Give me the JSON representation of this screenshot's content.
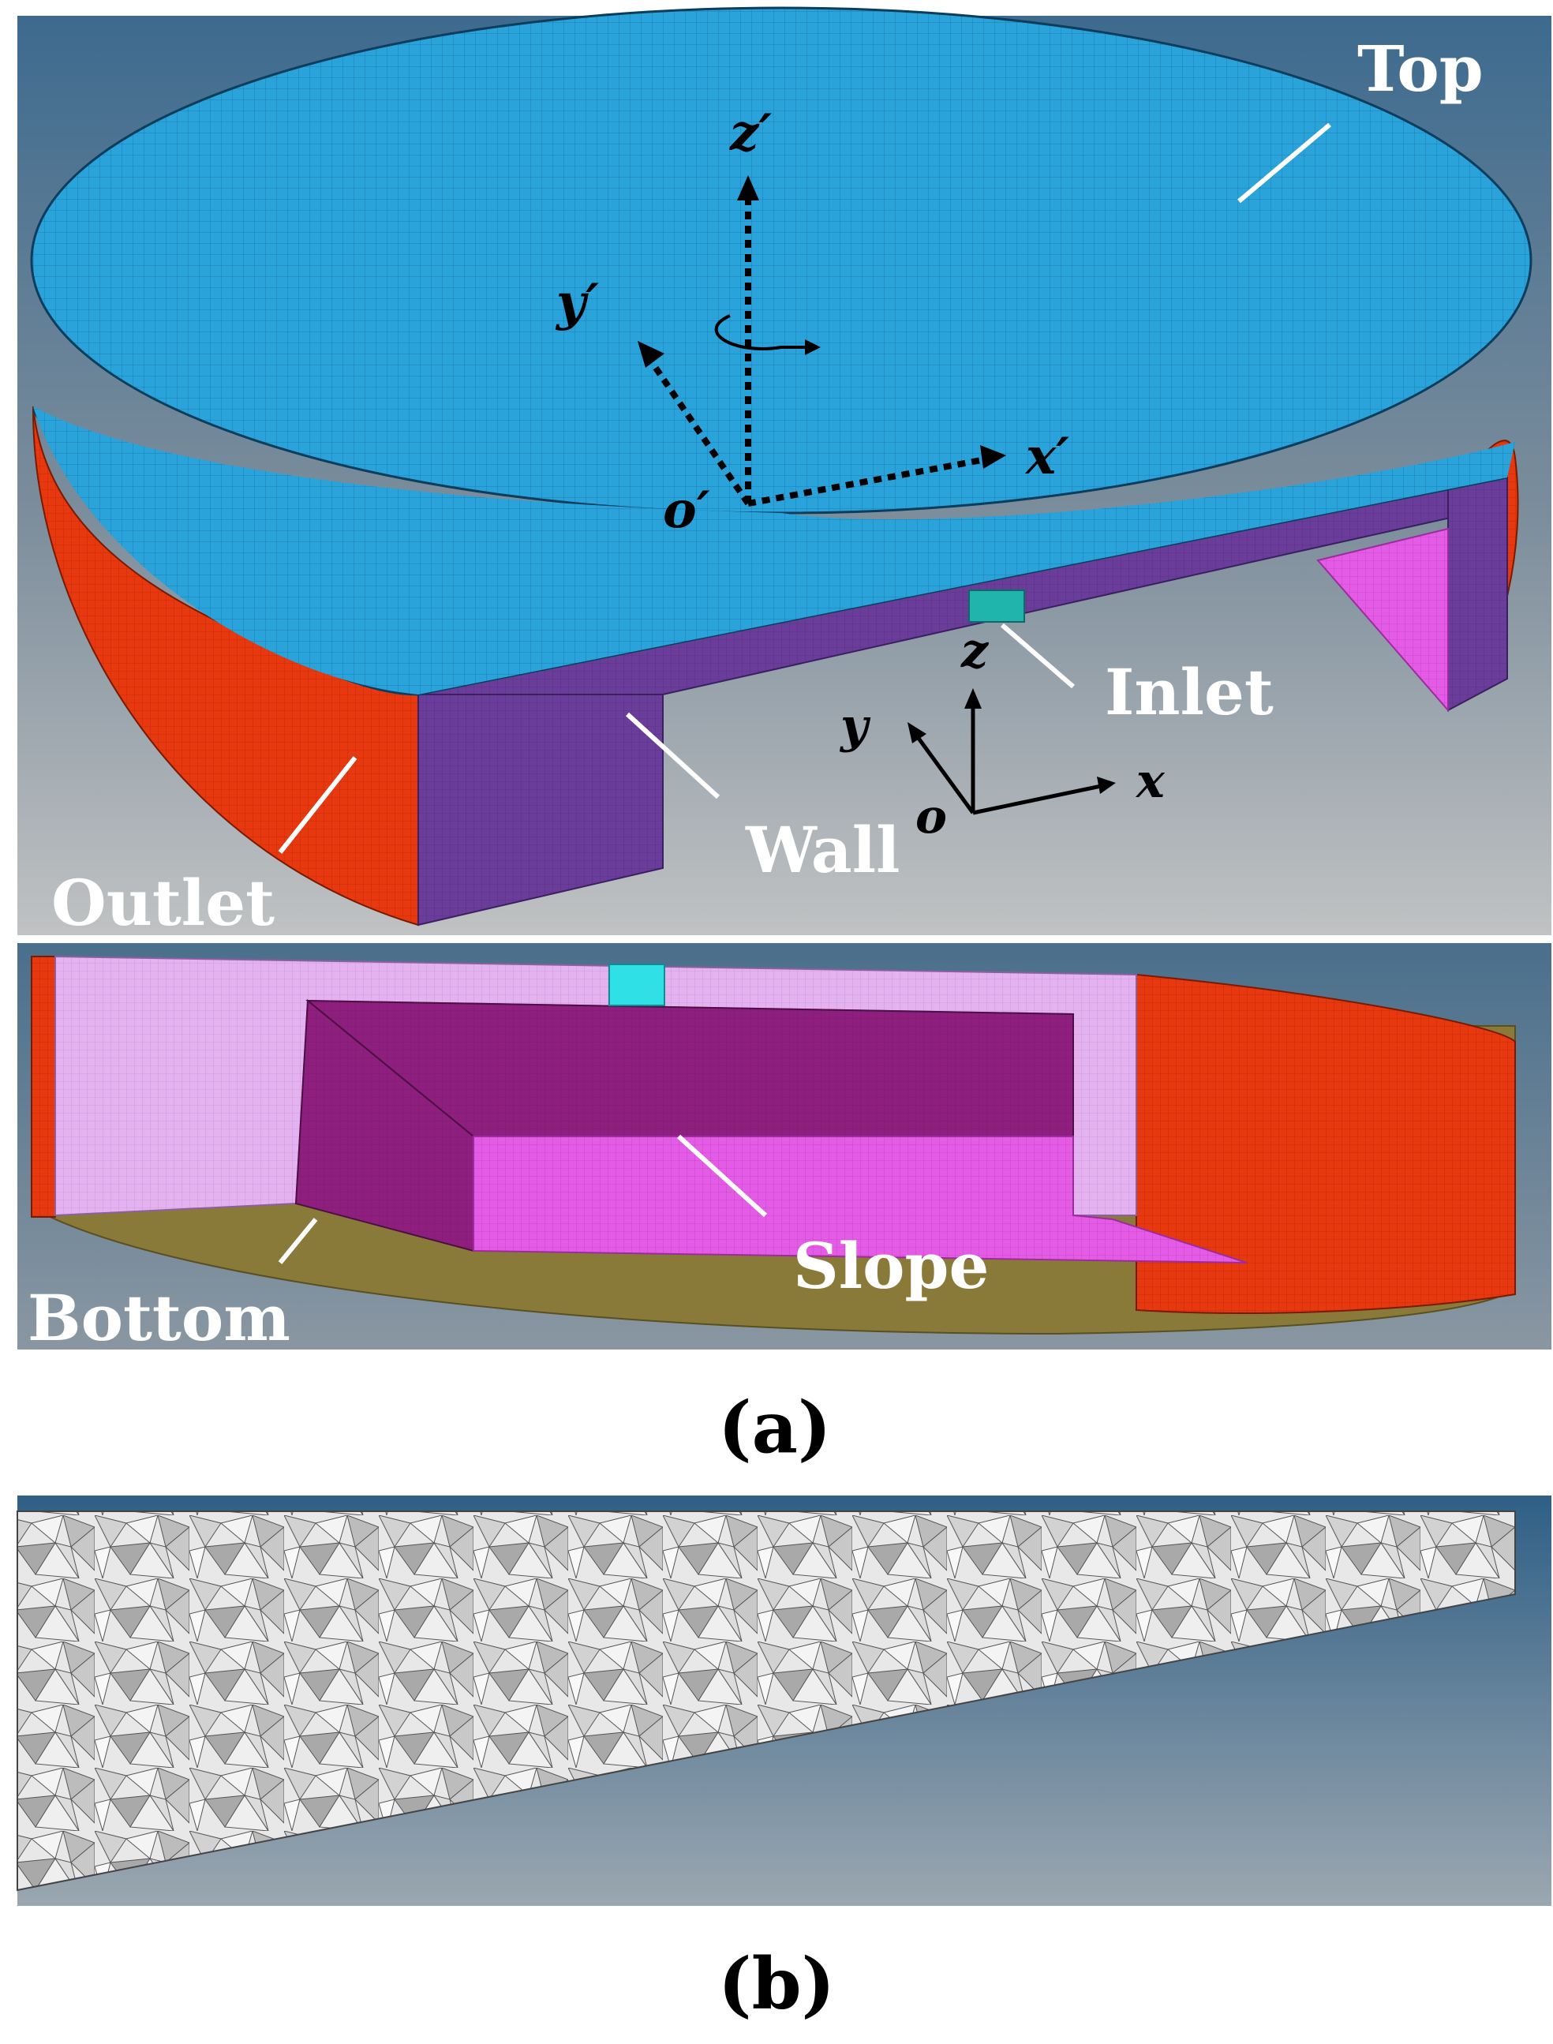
{
  "panel_a": {
    "caption": "(a)",
    "labels": {
      "top": "Top",
      "inlet": "Inlet",
      "wall": "Wall",
      "outlet": "Outlet",
      "bottom": "Bottom",
      "slope": "Slope"
    },
    "axes_rotating": {
      "x": "x′",
      "y": "y′",
      "z": "z′",
      "origin": "o′"
    },
    "axes_fixed": {
      "x": "x",
      "y": "y",
      "z": "z",
      "origin": "o"
    }
  },
  "panel_b": {
    "caption": "(b)"
  },
  "colors": {
    "top_mesh": "#2aa3db",
    "outlet": "#e8380f",
    "wall": "#6a3d9a",
    "slope": "#e45ce6",
    "inlet": "#1fb5ad",
    "bottom": "#8a7a3a",
    "background_top": "#3e6a8c",
    "background_bottom": "#b8bcbf"
  }
}
